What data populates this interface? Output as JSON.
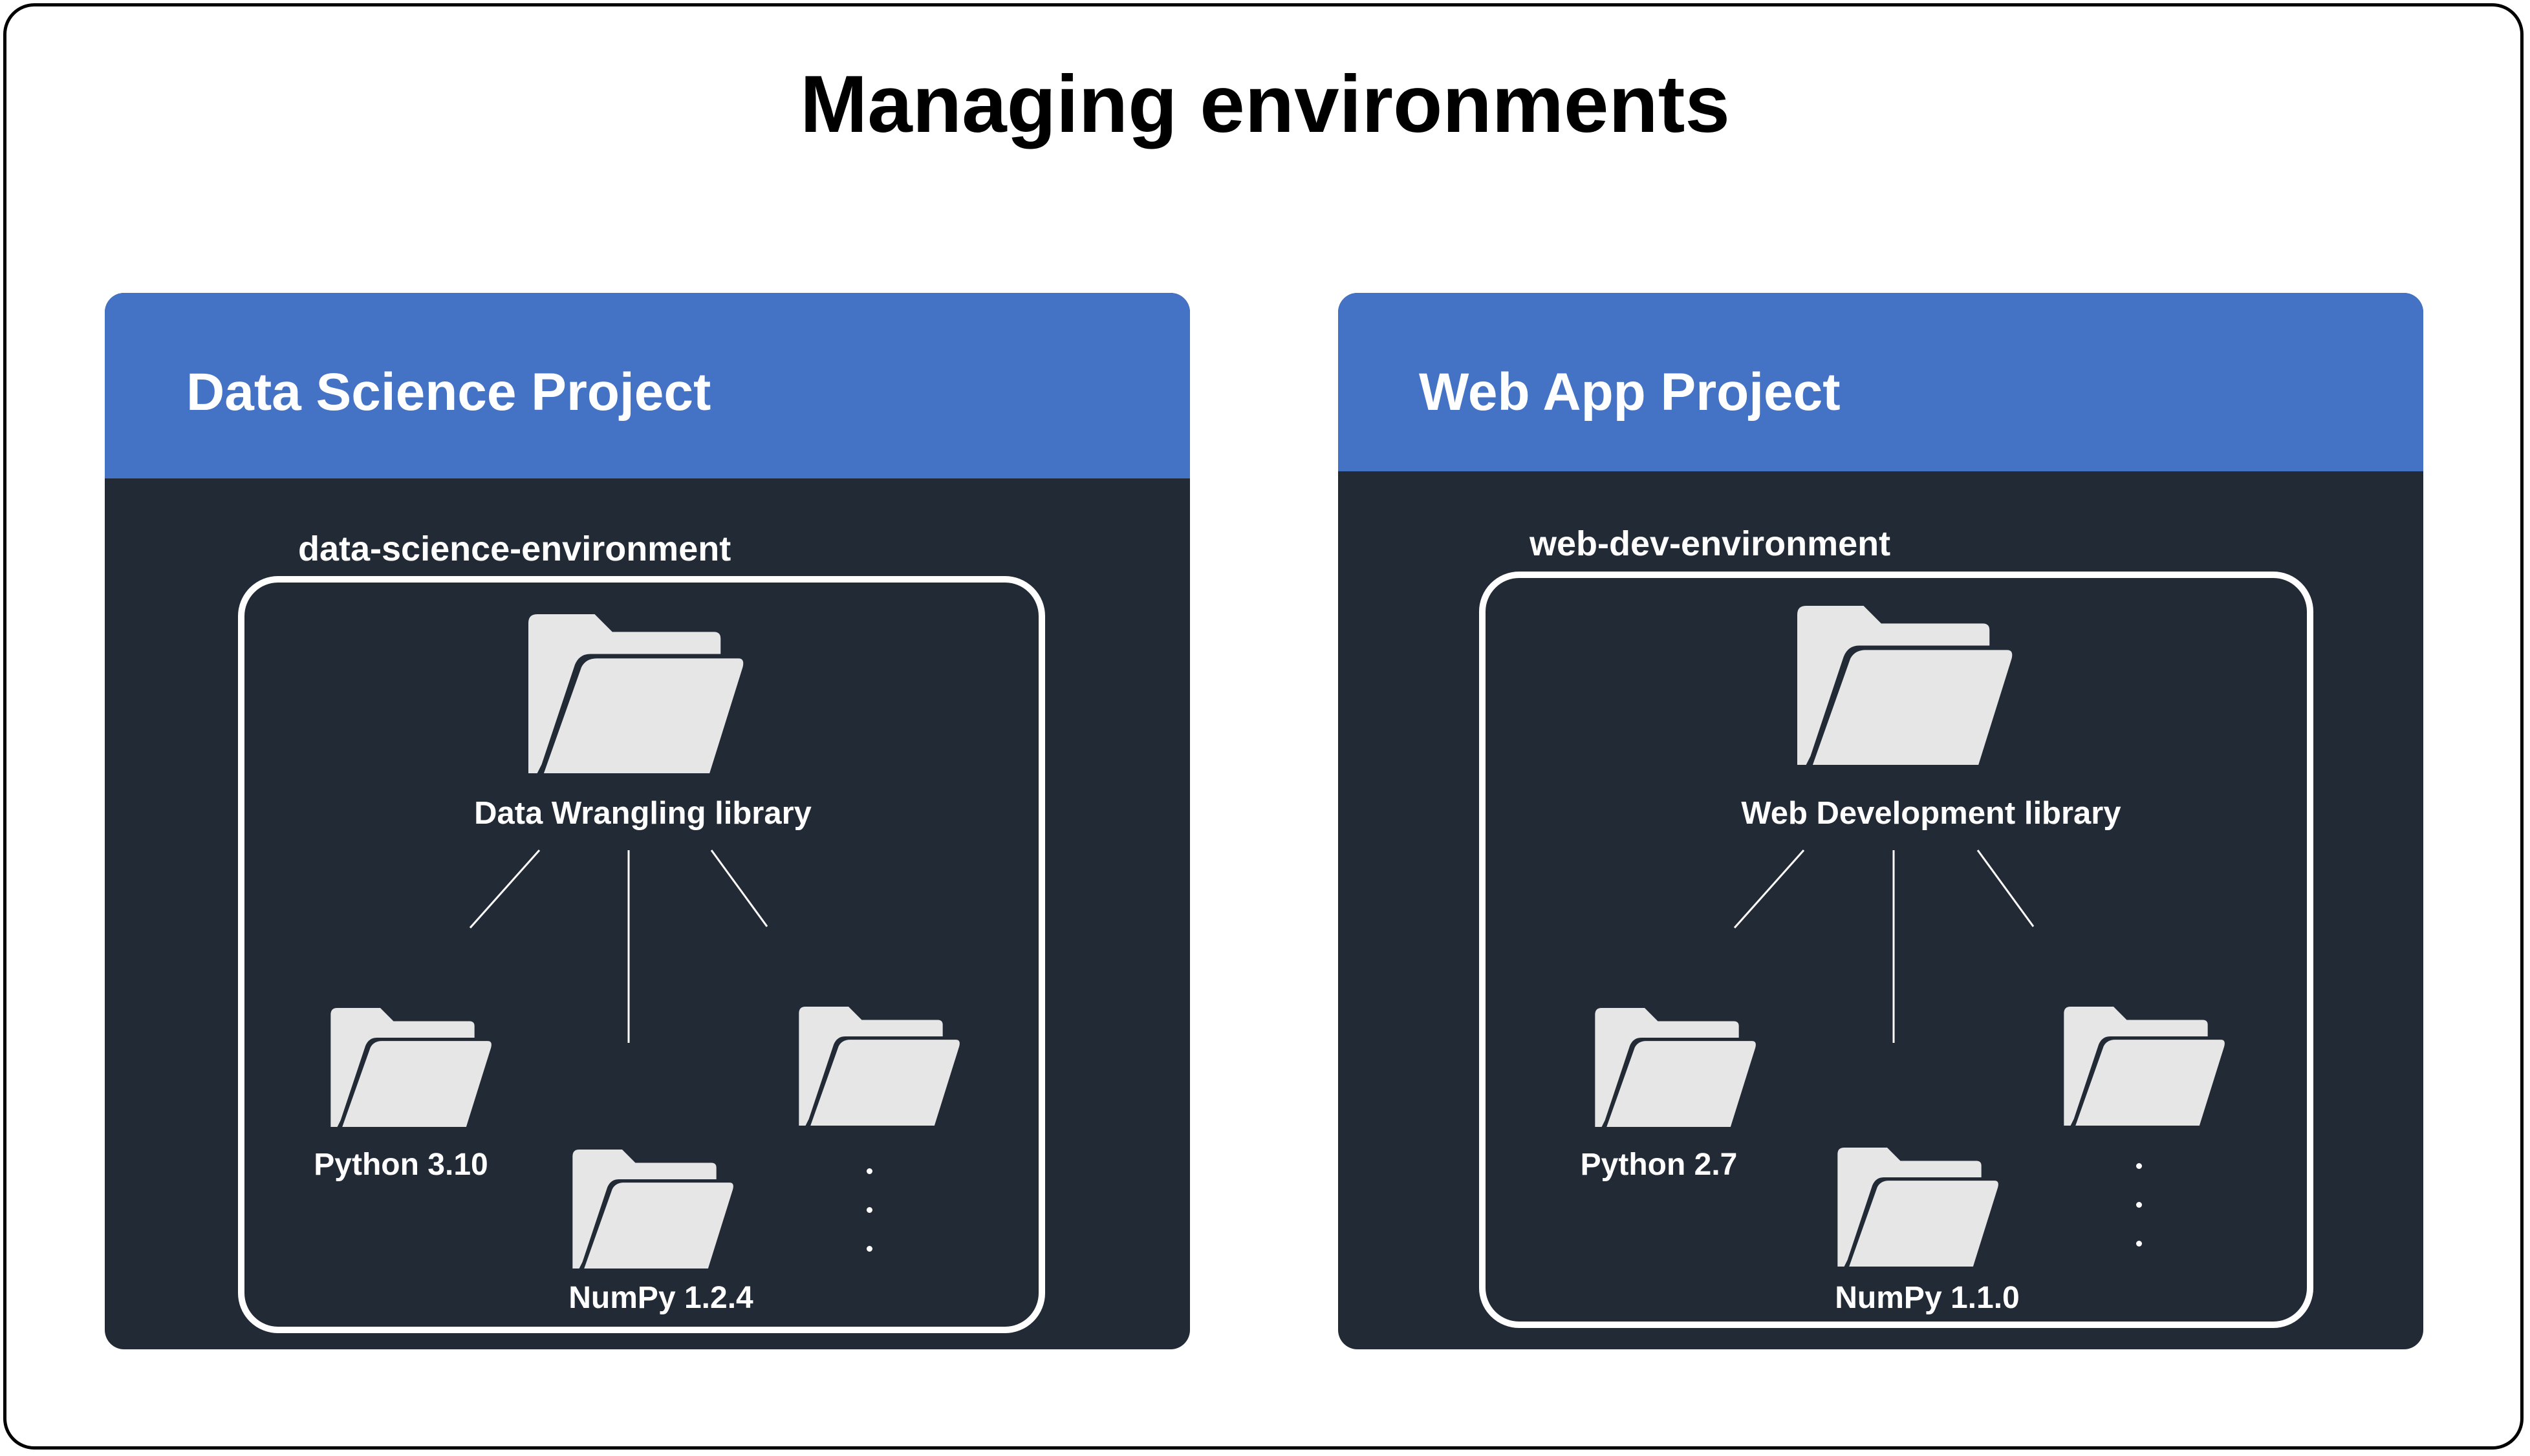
{
  "title": "Managing environments",
  "colors": {
    "frame_border": "#000000",
    "header_blue": "#4472c4",
    "card_dark": "#222a36",
    "folder_fill": "#e6e6e6",
    "text_light": "#ffffff"
  },
  "projects": [
    {
      "title": "Data Science Project",
      "environment": "data-science-environment",
      "library": {
        "label": "Data Wrangling library",
        "icon": "folder-icon"
      },
      "packages": [
        {
          "label": "Python 3.10",
          "icon": "folder-icon"
        },
        {
          "label": "NumPy 1.2.4",
          "icon": "folder-icon"
        },
        {
          "label": "",
          "icon": "folder-icon",
          "more": "ellipsis"
        }
      ]
    },
    {
      "title": "Web App Project",
      "environment": "web-dev-environment",
      "library": {
        "label": "Web Development library",
        "icon": "folder-icon"
      },
      "packages": [
        {
          "label": "Python 2.7",
          "icon": "folder-icon"
        },
        {
          "label": "NumPy 1.1.0",
          "icon": "folder-icon"
        },
        {
          "label": "",
          "icon": "folder-icon",
          "more": "ellipsis"
        }
      ]
    }
  ]
}
